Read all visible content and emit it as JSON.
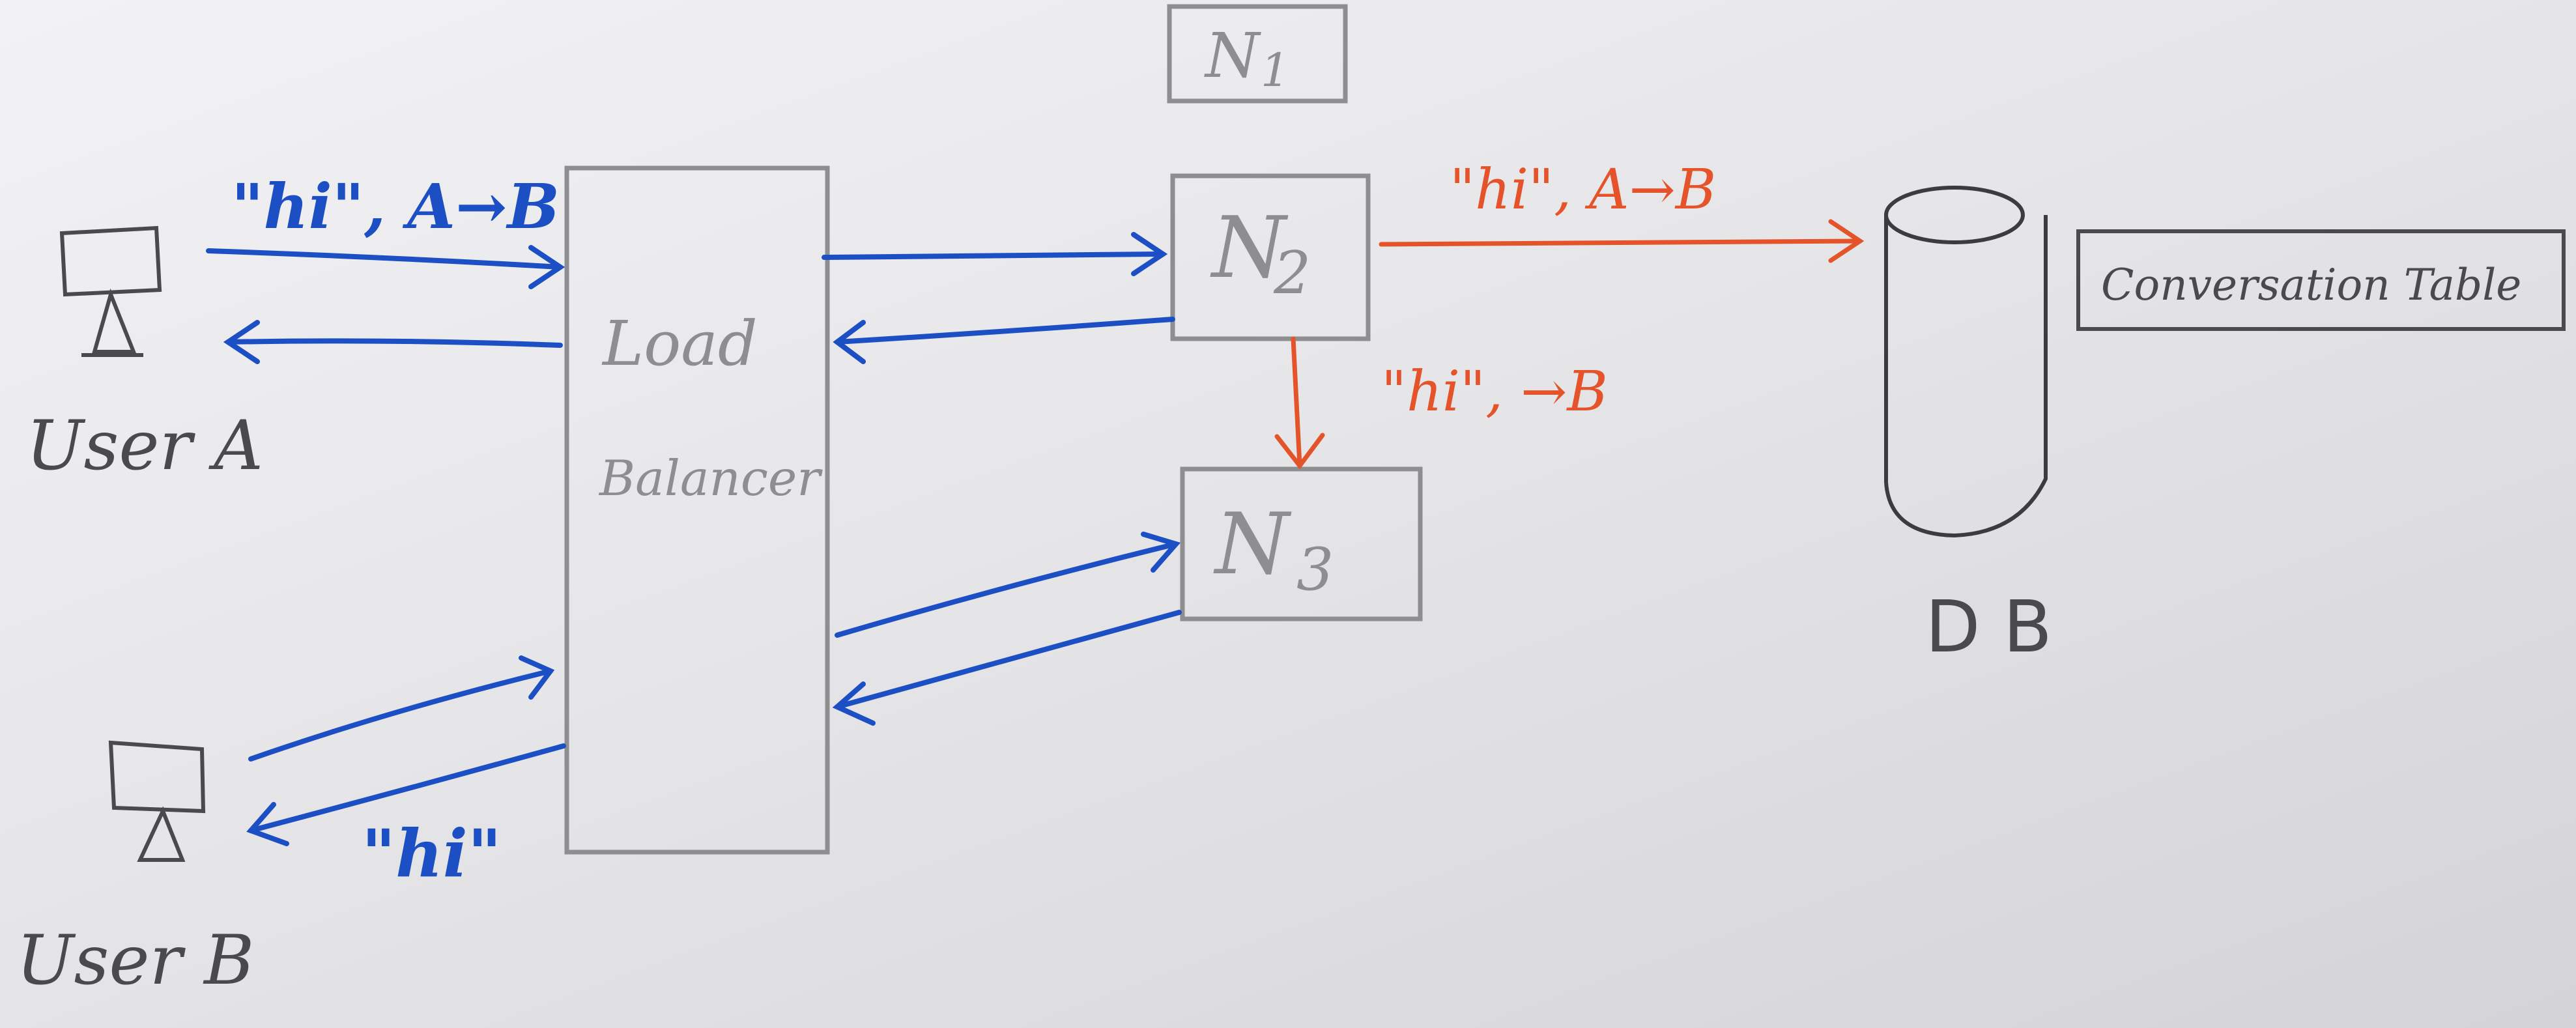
{
  "nodes": {
    "user_a": "User A",
    "user_b": "User B",
    "load_balancer_line1": "Load",
    "load_balancer_line2": "Balancer",
    "n1": "N",
    "n1_sub": "1",
    "n2": "N",
    "n2_sub": "2",
    "n3": "N",
    "n3_sub": "3",
    "db": "D B",
    "conversation_table": "Conversation Table"
  },
  "messages": {
    "a_to_lb": "\"hi\", A→B",
    "n2_to_db": "\"hi\", A→B",
    "n2_to_n3": "\"hi\", →B",
    "lb_to_b": "\"hi\""
  },
  "colors": {
    "pencil": "#8e8e90",
    "blue_ink": "#1d4fc4",
    "orange_ink": "#e4532a",
    "paper": "#efeff1"
  }
}
